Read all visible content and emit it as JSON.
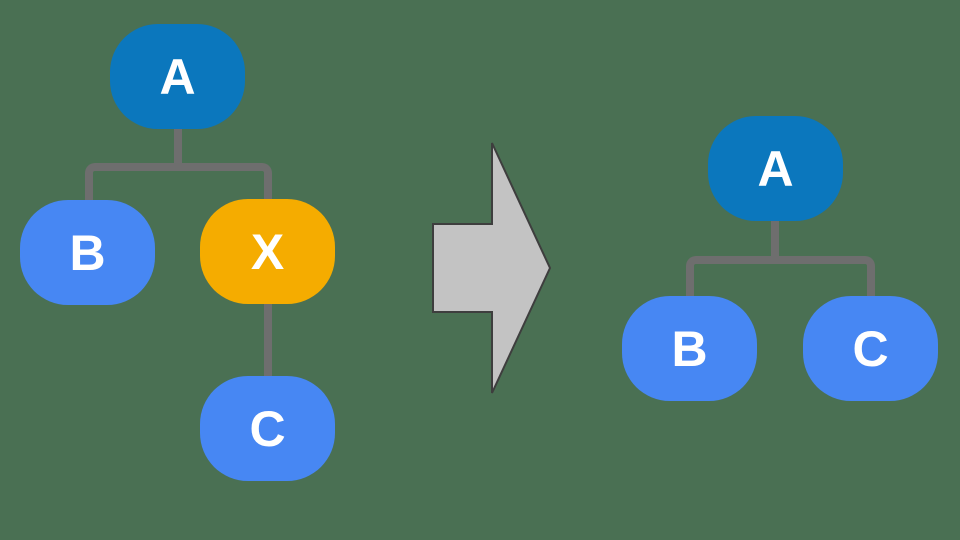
{
  "canvas": {
    "background_color": "#4A7053"
  },
  "palette": {
    "root_node_blue": "#0B77BD",
    "child_node_blue": "#4787F3",
    "highlight_node_yellow": "#F5AC00",
    "connector_gray": "#6E6E6E",
    "arrow_fill": "#C3C3C3",
    "arrow_outline": "#3E3E3E",
    "node_text_color": "#FFFFFF"
  },
  "tree_before": {
    "nodes": [
      {
        "label": "A",
        "highlighted": false
      },
      {
        "label": "B",
        "highlighted": false
      },
      {
        "label": "X",
        "highlighted": true
      },
      {
        "label": "C",
        "highlighted": false
      }
    ],
    "edges": [
      [
        "A",
        "B"
      ],
      [
        "A",
        "X"
      ],
      [
        "X",
        "C"
      ]
    ]
  },
  "transform_arrow": {
    "direction": "right"
  },
  "tree_after": {
    "nodes": [
      {
        "label": "A",
        "highlighted": false
      },
      {
        "label": "B",
        "highlighted": false
      },
      {
        "label": "C",
        "highlighted": false
      }
    ],
    "edges": [
      [
        "A",
        "B"
      ],
      [
        "A",
        "C"
      ]
    ]
  }
}
